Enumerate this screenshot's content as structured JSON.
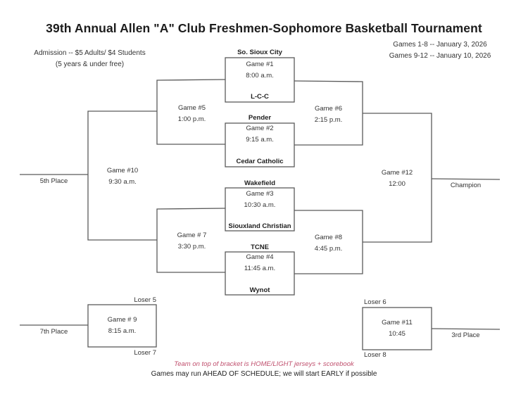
{
  "title": "39th Annual Allen \"A\" Club Freshmen-Sophomore Basketball Tournament",
  "admission": {
    "line1": "Admission -- $5 Adults/ $4 Students",
    "line2": "(5 years & under free)"
  },
  "dates": {
    "line1": "Games 1-8 -- January 3, 2026",
    "line2": "Games 9-12 -- January 10, 2026"
  },
  "games": {
    "g1": {
      "label": "Game #1",
      "time": "8:00 a.m.",
      "top_team": "So. Sioux City",
      "bottom_team": "L-C-C"
    },
    "g2": {
      "label": "Game #2",
      "time": "9:15 a.m.",
      "top_team": "Pender",
      "bottom_team": "Cedar Catholic"
    },
    "g3": {
      "label": "Game #3",
      "time": "10:30 a.m.",
      "top_team": "Wakefield",
      "bottom_team": "Siouxland Christian"
    },
    "g4": {
      "label": "Game #4",
      "time": "11:45 a.m.",
      "top_team": "TCNE",
      "bottom_team": "Wynot"
    },
    "g5": {
      "label": "Game #5",
      "time": "1:00 p.m."
    },
    "g6": {
      "label": "Game #6",
      "time": "2:15 p.m."
    },
    "g7": {
      "label": "Game # 7",
      "time": "3:30 p.m."
    },
    "g8": {
      "label": "Game #8",
      "time": "4:45 p.m."
    },
    "g9": {
      "label": "Game # 9",
      "time": "8:15 a.m.",
      "top_team": "Loser 5",
      "bottom_team": "Loser 7"
    },
    "g10": {
      "label": "Game #10",
      "time": "9:30 a.m."
    },
    "g11": {
      "label": "Game #11",
      "time": "10:45",
      "top_team": "Loser 6",
      "bottom_team": "Loser 8"
    },
    "g12": {
      "label": "Game #12",
      "time": "12:00"
    }
  },
  "places": {
    "fifth": "5th Place",
    "champion": "Champion",
    "seventh": "7th Place",
    "third": "3rd Place"
  },
  "notes": {
    "home_team": "Team on top of bracket is HOME/LIGHT jerseys + scorebook",
    "schedule": "Games may run AHEAD OF SCHEDULE; we will start EARLY if possible"
  },
  "colors": {
    "line": "#555555",
    "note_red": "#c0506e"
  }
}
